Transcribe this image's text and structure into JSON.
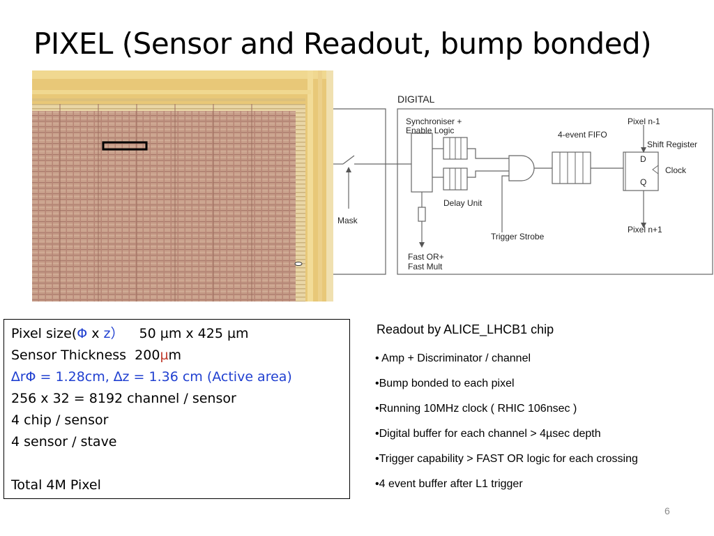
{
  "slide": {
    "title": "PIXEL  (Sensor and Readout, bump bonded)",
    "page_number": "6"
  },
  "diagram": {
    "section_label": "DIGITAL",
    "sync_label_1": "Synchroniser +",
    "sync_label_2": "Enable Logic",
    "delay_unit": "Delay Unit",
    "fifo_label": "4-event FIFO",
    "shift_register": "Shift Register",
    "pixel_prev": "Pixel n-1",
    "pixel_next": "Pixel n+1",
    "d_label": "D",
    "q_label": "Q",
    "clock_label": "Clock",
    "trigger_strobe": "Trigger Strobe",
    "mask": "Mask",
    "fast_or_1": "Fast OR+",
    "fast_or_2": "Fast Mult"
  },
  "info_box": {
    "pixel_size_prefix": "Pixel size(",
    "phi": "Φ",
    "x_sep": " x ",
    "z": "z）",
    "pixel_size_value": "50 µm x 425 µm",
    "sensor_thickness_label": "Sensor Thickness",
    "sensor_thickness_value": "200",
    "micro": "µ",
    "unit_m": "m",
    "active_area": "∆rΦ = 1.28cm, ∆z = 1.36 cm (Active area)",
    "channels": "256 x 32 = 8192 channel / sensor",
    "chips": "4 chip / sensor",
    "sensors": "4 sensor  / stave",
    "total": "Total 4M Pixel"
  },
  "readout": {
    "heading": "Readout by ALICE_LHCB1 chip",
    "bullets": [
      "•  Amp + Discriminator / channel",
      "•Bump bonded to each pixel",
      "•Running 10MHz clock ( RHIC 106nsec )",
      "•Digital buffer for each channel > 4µsec depth",
      "•Trigger capability > FAST OR logic for each crossing",
      "•4 event buffer after L1 trigger"
    ]
  },
  "colors": {
    "blue_text": "#1f3fd0",
    "red_text": "#c0392b",
    "chip_gold": "#e6c46a",
    "chip_pink": "#c9a08c"
  }
}
